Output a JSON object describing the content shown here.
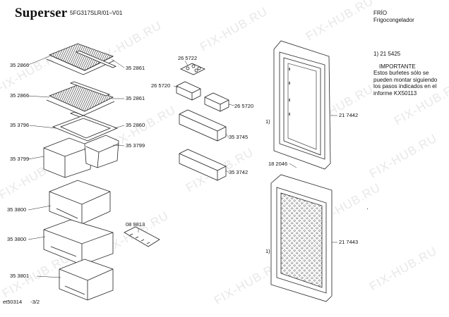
{
  "header": {
    "brand": "Superser",
    "model": "5FG317SLR/01–V01",
    "category": "FRÍO",
    "subcategory": "Frigocongelador"
  },
  "watermark": "FIX-HUB.RU",
  "parts": {
    "shelf_upper_left": "35 2866",
    "shelf_upper_right": "35 2861",
    "shelf_lower_left": "35 2866",
    "shelf_lower_right": "35 2861",
    "glass_cover": "35 3796",
    "cover_frame": "35 2860",
    "crisper_small": "35 3799",
    "crisper_large": "35 3799",
    "freezer_drawer_1": "35 3800",
    "freezer_drawer_2": "35 3800",
    "freezer_drawer_3": "35 3801",
    "ice_tray": "08 9813",
    "egg_tray": "26 5722",
    "butter_box_left": "26 5720",
    "butter_box_right": "26 5720",
    "door_bin_upper": "35 3745",
    "door_bin_lower": "35 3742",
    "fridge_door": "21 7442",
    "fridge_door_gasket": "18 2046",
    "freezer_door": "21 7443"
  },
  "marks": {
    "fridge_door_mark": "1)",
    "freezer_door_mark": "1)"
  },
  "note": {
    "ref": "1)  21 5425",
    "title": "IMPORTANTE",
    "line1": "Estos burletes sólo se",
    "line2": "pueden montar siguiendo",
    "line3": "los pasos indicados en el",
    "line4": "informe KX50113"
  },
  "footer": {
    "code": "et50314",
    "page": "-3/2"
  }
}
